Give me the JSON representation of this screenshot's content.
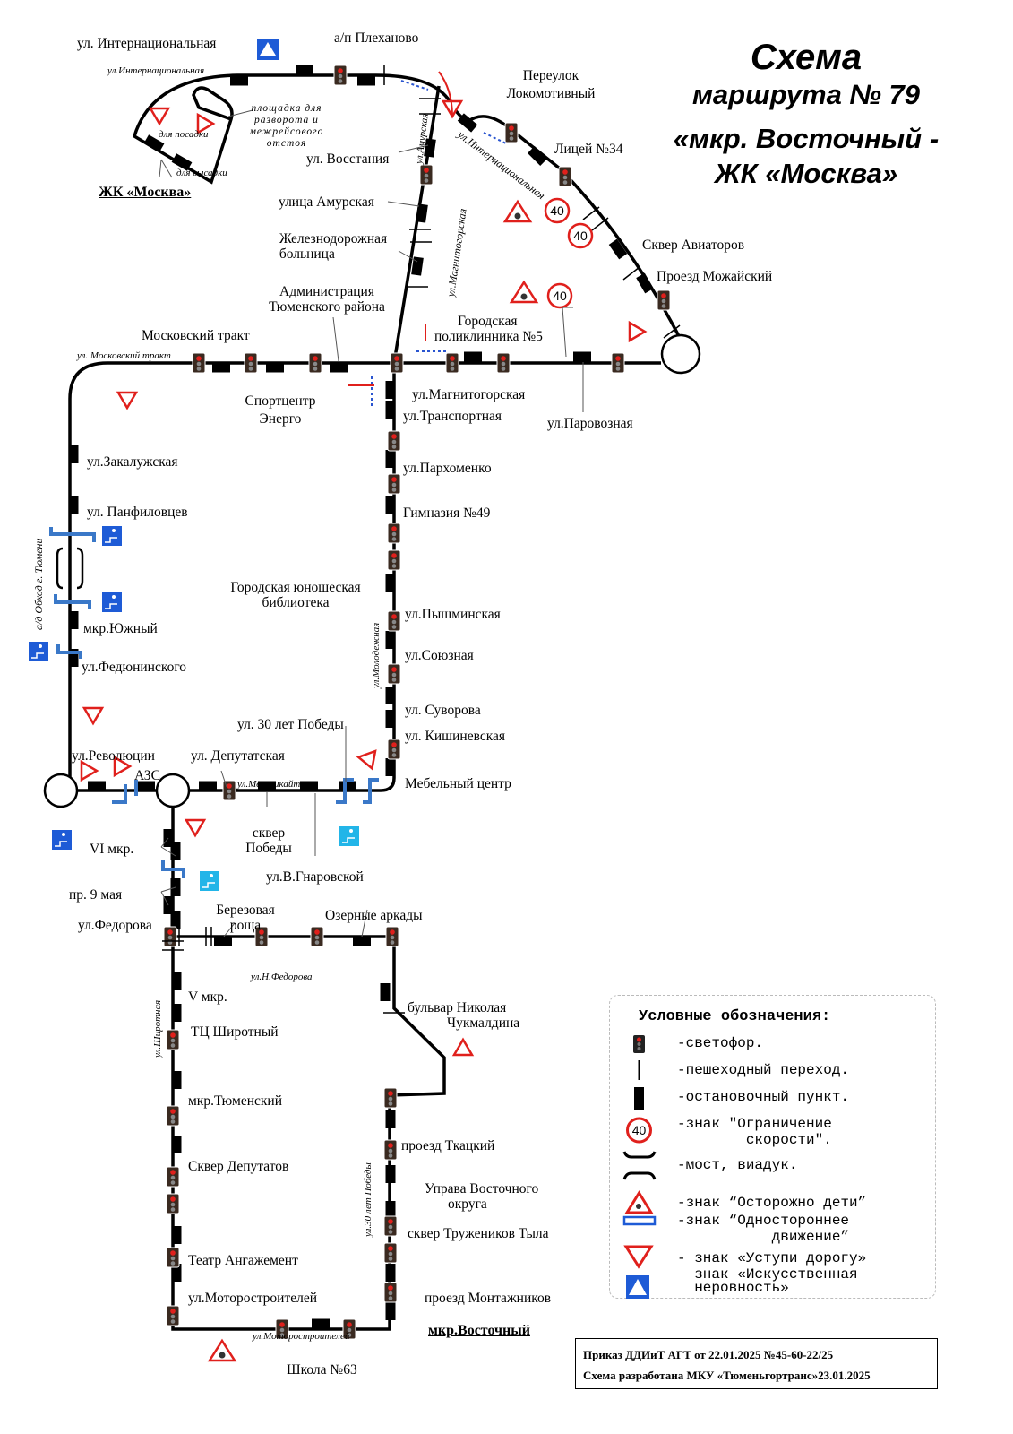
{
  "title": {
    "line1": "Схема",
    "line2": "маршрута № 79",
    "line3": "«мкр. Восточный -",
    "line4": "ЖК «Москва»"
  },
  "terminal_north": "ЖК «Москва»",
  "terminal_south": "мкр.Восточный",
  "notes": {
    "turnaround": [
      "площадка для",
      "разворота и",
      "межрейсового",
      "отстоя"
    ],
    "boarding": "для посадки",
    "alighting": "для высадки"
  },
  "streets": {
    "internatsionalnaya_top": "ул.Интернациональная",
    "amurskaya": "ул.Амурская",
    "magnitogorskaya": "ул.Магнитогорская",
    "internatsionalnaya_diag": "ул.Интернациональная",
    "moskovsky_trakt": "ул. Московский тракт",
    "obkhod": "а/д Обход г. Тюмени",
    "molodezhnaya": "ул.Молодежная",
    "melnikaite": "ул.Мельникайте",
    "n_fedorova": "ул.Н.Федорова",
    "shirotnaya": "ул.Широтная",
    "pobedy30": "ул.30 лет Победы",
    "motorostroiteley": "ул.Моторостроителей"
  },
  "stops": {
    "internatsionalnaya": "ул. Интернациональная",
    "plekhanovo": "а/п Плеханово",
    "lokomotivny": [
      "Переулок",
      "Локомотивный"
    ],
    "vosstaniya": "ул. Восстания",
    "amurskaya": "улица Амурская",
    "hospital": [
      "Железнодорожная",
      "больница"
    ],
    "administration": [
      "Администрация",
      "Тюменского района"
    ],
    "moskovsky_trakt": "Московский тракт",
    "sportcenter": [
      "Спортцентр",
      "Энерго"
    ],
    "polyclinic": [
      "Городская",
      "поликлинника №5"
    ],
    "licey34": "Лицей №34",
    "aviatorov": "Сквер Авиаторов",
    "mozhaisky": "Проезд Можайский",
    "magnitogorskaya": "ул.Магнитогорская",
    "transportnaya": "ул.Транспортная",
    "parovoznaya": "ул.Паровозная",
    "zakaluzhskaya": "ул.Закалужская",
    "panfilovtsev": "ул. Панфиловцев",
    "yuzhny": "мкр.Южный",
    "fedyuninskogo": "ул.Федюнинского",
    "parkhomenko": "ул.Пархоменко",
    "gymnasium49": "Гимназия №49",
    "library": [
      "Городская юношеская",
      "библиотека"
    ],
    "pyshminskaya": "ул.Пышминская",
    "soyuznaya": "ул.Союзная",
    "suvorova": "ул. Суворова",
    "kishinevskaya": "ул. Кишиневская",
    "furniture": "Мебельный центр",
    "pobedy30": "ул. 30 лет Победы",
    "revolyutsii": "ул.Революции",
    "deputatskaya": "ул. Депутатская",
    "azs": "АЗС",
    "skver_pobedy": [
      "сквер",
      "Победы"
    ],
    "gnarovskoy": "ул.В.Гнаровской",
    "vi_mkr": "VI мкр.",
    "may9": "пр. 9 мая",
    "fedorova": "ул.Федорова",
    "berezovaya": [
      "Березовая",
      "роща"
    ],
    "ozernye": "Озерные аркады",
    "v_mkr": "V мкр.",
    "tc_shirotny": "ТЦ Широтный",
    "tyumensky": "мкр.Тюменский",
    "skver_deputatov": "Сквер Депутатов",
    "teatr": "Театр Ангажемент",
    "motorostroiteley": "ул.Моторостроителей",
    "school63": "Школа №63",
    "chukmaldina": [
      "бульвар Николая",
      "Чукмалдина"
    ],
    "tkatsky": "проезд Ткацкий",
    "uprava": [
      "Управа Восточного",
      "округа"
    ],
    "truzhenikov": "сквер Тружеников Тыла",
    "montazhnikov": "проезд Монтажников"
  },
  "speed_limit": "40",
  "legend": {
    "heading": "Условные обозначения:",
    "items": [
      {
        "icon": "traffic-light",
        "text": "-светофор."
      },
      {
        "icon": "crosswalk",
        "text": "-пешеходный переход."
      },
      {
        "icon": "bus-stop",
        "text": "-остановочный пункт."
      },
      {
        "icon": "speed-limit",
        "text": "-знак \"Ограничение\n        скорости\"."
      },
      {
        "icon": "bridge",
        "text": "-мост, виадук."
      },
      {
        "icon": "children-warning",
        "text": "-знак “Осторожно дети”"
      },
      {
        "icon": "one-way",
        "text": "-знак “Одностороннее\n           движение”"
      },
      {
        "icon": "yield",
        "text": "- знак «Уступи дорогу»"
      },
      {
        "icon": "speed-bump",
        "text": "  знак «Искусственная\n  неровность»"
      }
    ]
  },
  "footer": {
    "line1": "Приказ ДДИиТ АГТ от 22.01.2025 №45-60-22/25",
    "line2": "Схема разработана МКУ «Тюменьгортранс»23.01.2025"
  },
  "colors": {
    "route": "#000000",
    "sign_red": "#e0201c",
    "sign_blue": "#1e5bd6",
    "underpass_light": "#22b5e8",
    "arrow_blue": "#2a55d0"
  }
}
